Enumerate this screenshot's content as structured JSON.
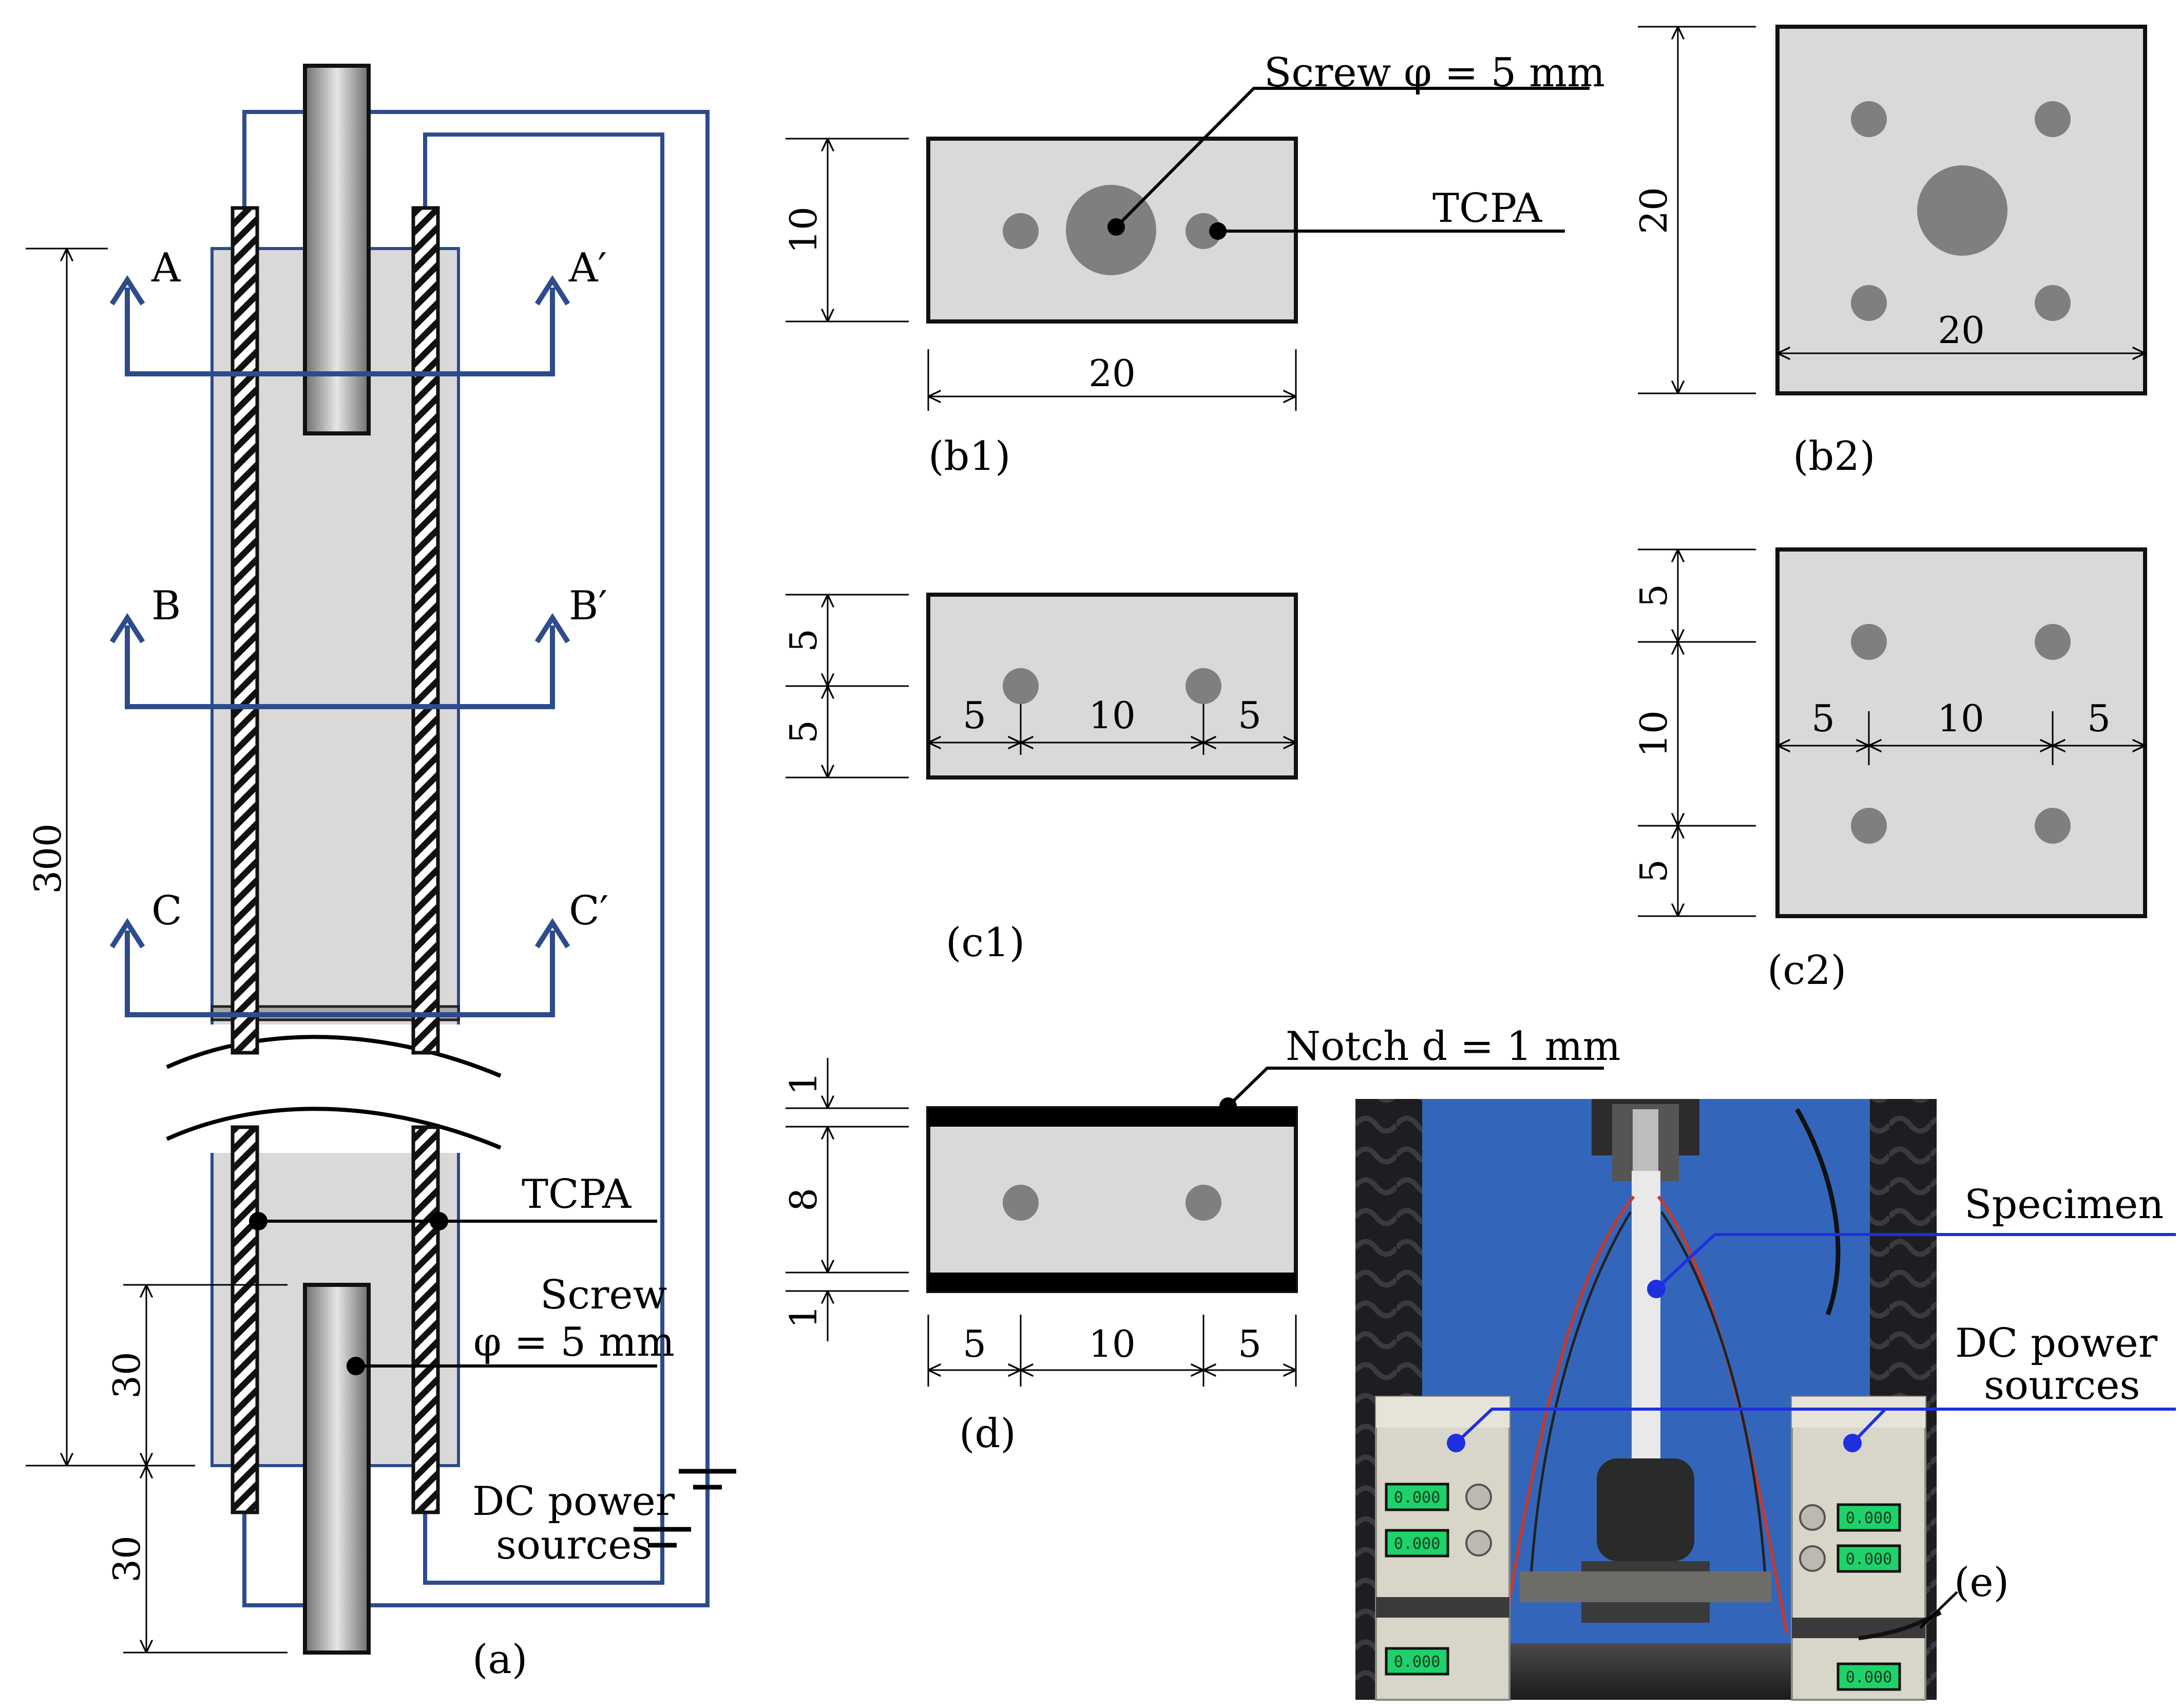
{
  "colors": {
    "concrete_fill": "#d9d9d9",
    "outline": "#1a1a1a",
    "wire_blue": "#2e4b8c",
    "leader_blue": "#1f2fe0",
    "rod_gray": "#8c8c8c",
    "hole_gray": "#7f7f7f",
    "notch_black": "#000000",
    "photo_wall_blue": "#2f62b8"
  },
  "panel_a": {
    "caption": "(a)",
    "sections": [
      {
        "left": "A",
        "right": "A′"
      },
      {
        "left": "B",
        "right": "B′"
      },
      {
        "left": "C",
        "right": "C′"
      }
    ],
    "dims": {
      "total": "300",
      "embed_top": "30",
      "embed_bottom": "30"
    },
    "tcpa_label": "TCPA",
    "screw_label_line1": "Screw",
    "screw_label_line2": "φ = 5 mm",
    "power_label_line1": "DC power",
    "power_label_line2": "sources"
  },
  "panel_b1": {
    "caption": "(b1)",
    "dim_height": "10",
    "dim_width": "20",
    "screw_label": "Screw φ = 5 mm",
    "tcpa_label": "TCPA"
  },
  "panel_b2": {
    "caption": "(b2)",
    "dim_height": "20",
    "dim_width": "20"
  },
  "panel_c1": {
    "caption": "(c1)",
    "dim_v_top": "5",
    "dim_v_bottom": "5",
    "dim_h_left": "5",
    "dim_h_mid": "10",
    "dim_h_right": "5"
  },
  "panel_c2": {
    "caption": "(c2)",
    "dim_v_top": "5",
    "dim_v_mid": "10",
    "dim_v_bottom": "5",
    "dim_h_left": "5",
    "dim_h_mid": "10",
    "dim_h_right": "5"
  },
  "panel_d": {
    "caption": "(d)",
    "notch_label": "Notch d = 1 mm",
    "dim_v_top": "1",
    "dim_v_mid": "8",
    "dim_v_bottom": "1",
    "dim_h_left": "5",
    "dim_h_mid": "10",
    "dim_h_right": "5"
  },
  "panel_e": {
    "caption": "(e)",
    "specimen_label": "Specimen",
    "power_label_line1": "DC power",
    "power_label_line2": "sources",
    "display_readings": [
      "0.000",
      "0.000",
      "0.000",
      "0.000",
      "0.000",
      "0.000"
    ]
  }
}
